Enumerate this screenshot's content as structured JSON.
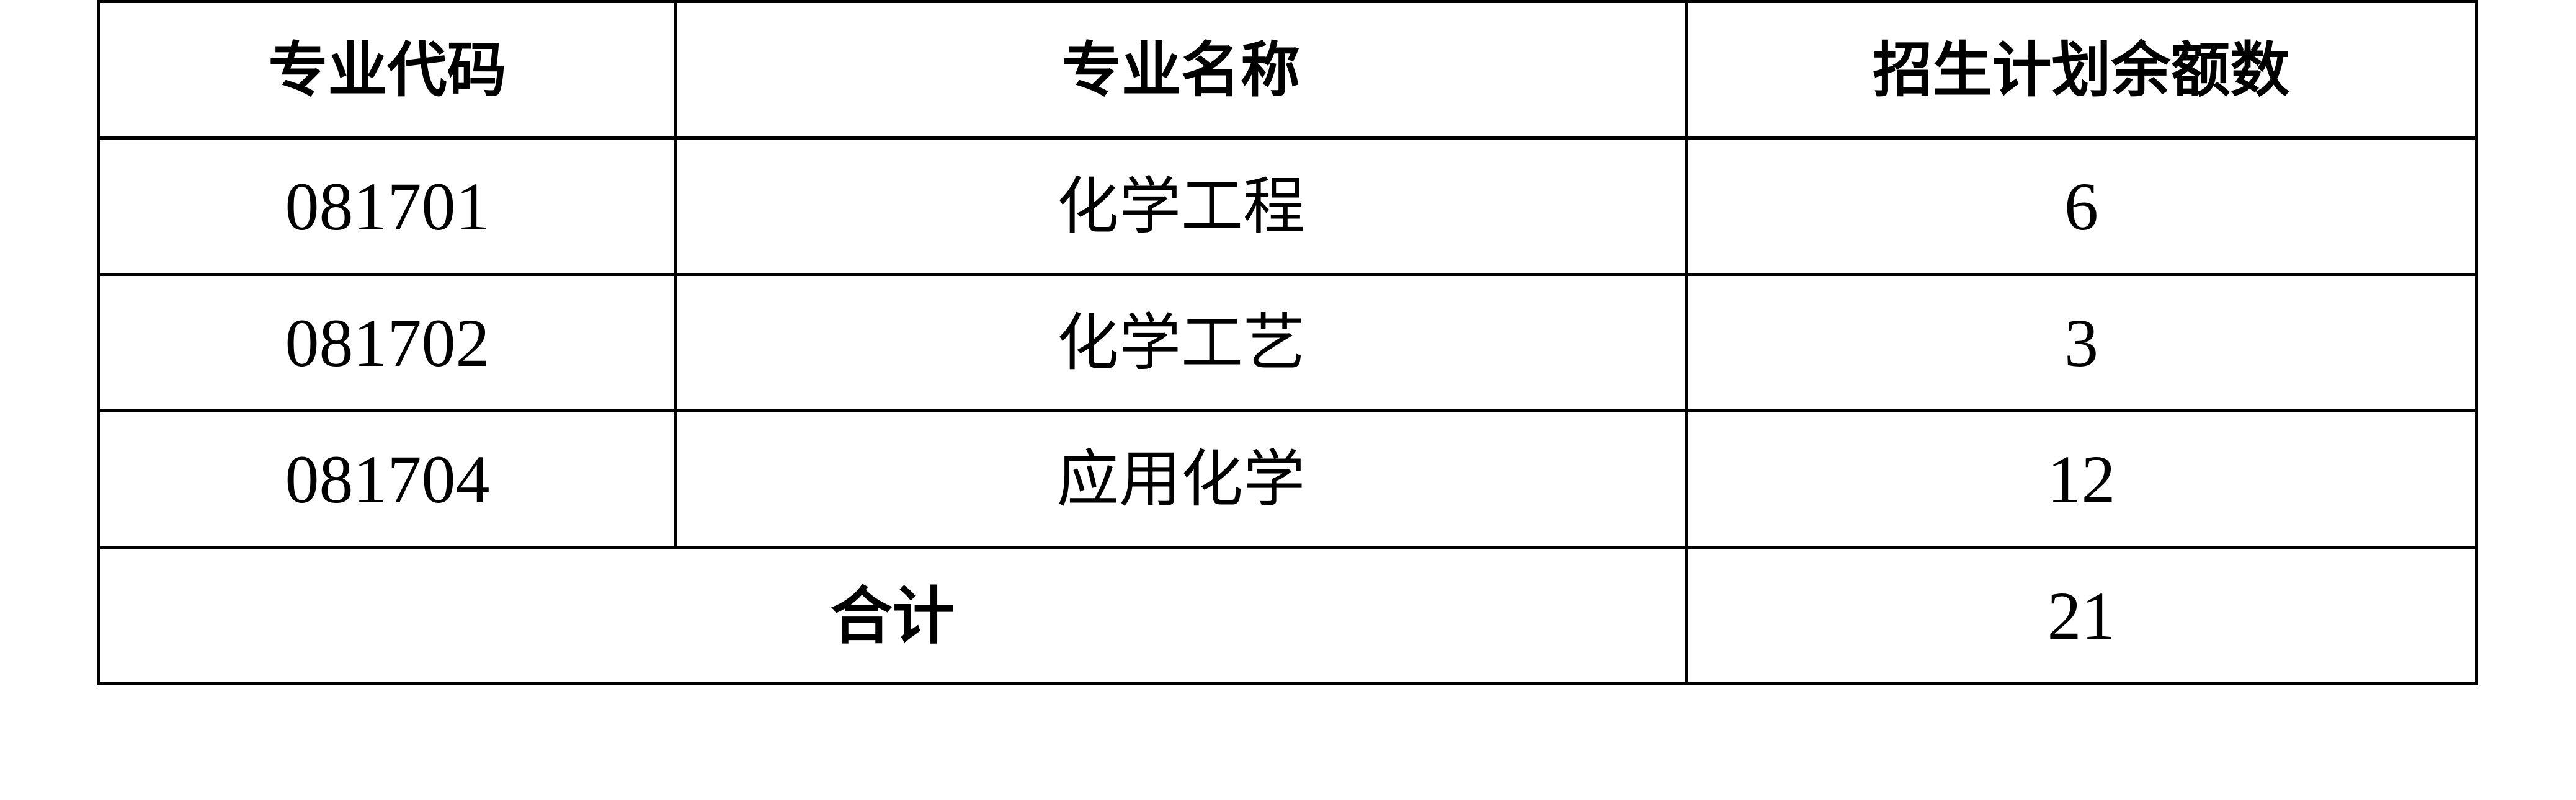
{
  "table": {
    "headers": [
      "专业代码",
      "专业名称",
      "招生计划余额数"
    ],
    "rows": [
      {
        "code": "081701",
        "name": "化学工程",
        "remaining": "6"
      },
      {
        "code": "081702",
        "name": "化学工艺",
        "remaining": "3"
      },
      {
        "code": "081704",
        "name": "应用化学",
        "remaining": "12"
      }
    ],
    "total": {
      "label": "合计",
      "value": "21"
    }
  }
}
